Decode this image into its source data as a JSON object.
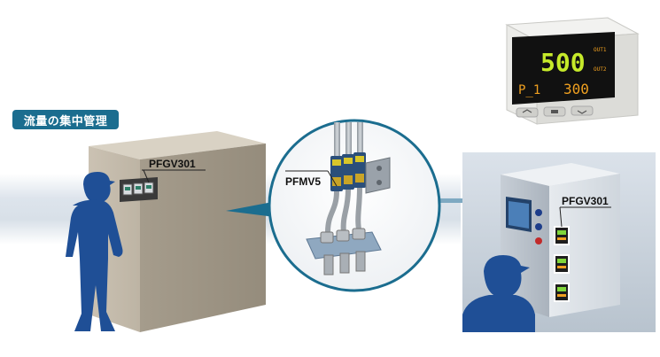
{
  "title_badge": "流量の集中管理",
  "labels": {
    "cabinet_left": "PFGV301",
    "flow_switch": "PFMV5",
    "cabinet_right": "PFGV301"
  },
  "display_unit": {
    "main_value": "500",
    "sub_label": "P_1",
    "sub_value": "300",
    "out1": "OUT1",
    "out2": "OUT2"
  }
}
